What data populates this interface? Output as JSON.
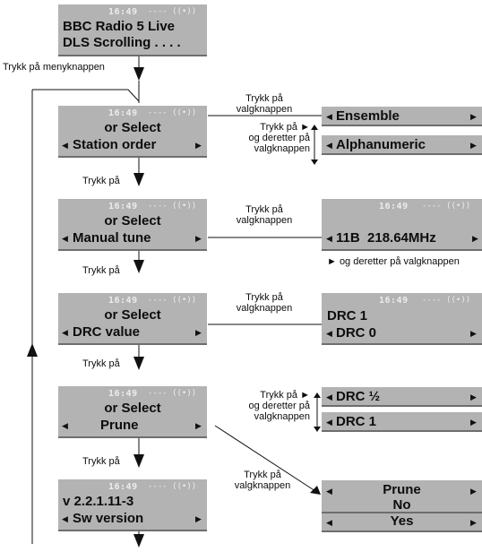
{
  "status": {
    "time": "16:49",
    "signal": "---- ((•))"
  },
  "glyphs": {
    "left": "◀",
    "right": "▶",
    "play": "►"
  },
  "screens": {
    "home": {
      "line1": "BBC Radio 5 Live",
      "line2": "DLS Scrolling . . . ."
    },
    "station_order": {
      "line1": "or Select",
      "line2": "Station order"
    },
    "manual_tune": {
      "line1": "or Select",
      "line2": "Manual tune"
    },
    "drc_value": {
      "line1": "or Select",
      "line2": "DRC value"
    },
    "prune": {
      "line1": "or Select",
      "line2": "Prune"
    },
    "sw_version": {
      "line1": "v 2.2.1.11-3",
      "line2": "Sw version"
    }
  },
  "options": {
    "ensemble": "Ensemble",
    "alphanumeric": "Alphanumeric",
    "manual_tune_value": "11B  218.64MHz",
    "drc_current": "DRC 1",
    "drc_0": "DRC 0",
    "drc_half": "DRC ½",
    "drc_1": "DRC 1",
    "prune_title": "Prune",
    "prune_no": "No",
    "prune_yes": "Yes"
  },
  "labels": {
    "press_menu": "Trykk på menyknappen",
    "press_select": "Trykk på\nvalgknappen",
    "press_play_then_select": "Trykk på ►\nog deretter på\nvalgknappen",
    "press": "Trykk på",
    "play_then_select": "► og deretter på valgknappen"
  }
}
